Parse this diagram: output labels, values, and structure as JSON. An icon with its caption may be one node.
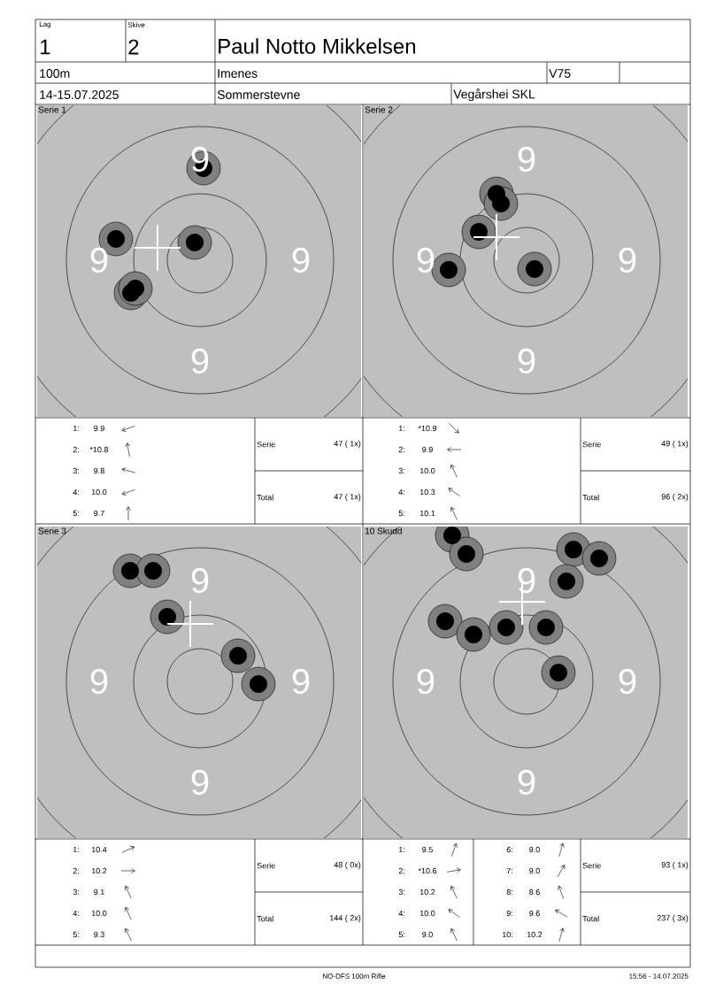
{
  "diagram": {
    "labels": [
      "Lag",
      "1",
      "Skive",
      "2",
      "Paul Notto Mikkelsen",
      "100m",
      "Imenes",
      "V75",
      "14-15.07.2025",
      "Sommerstevne",
      "Vegårshei SKL",
      "Serie 1",
      "9",
      "9",
      "9",
      "9",
      "1:",
      "9.9",
      "2:",
      "*10.8",
      "3:",
      "9.8",
      "4:",
      "10.0",
      "5:",
      "9.7",
      "Serie",
      "47 ( 1x)",
      "Total",
      "47 ( 1x)",
      "Serie 2",
      "9",
      "9",
      "9",
      "9",
      "1:",
      "*10.9",
      "2:",
      "9.9",
      "3:",
      "10.0",
      "4:",
      "10.3",
      "5:",
      "10.1",
      "Serie",
      "49 ( 1x)",
      "Total",
      "96 ( 2x)",
      "Serie 3",
      "9",
      "9",
      "9",
      "9",
      "1:",
      "10.4",
      "2:",
      "10.2",
      "3:",
      "9.1",
      "4:",
      "10.0",
      "5:",
      "9.3",
      "Serie",
      "48 ( 0x)",
      "Total",
      "144 ( 2x)",
      "10 Skudd",
      "9",
      "9",
      "9",
      "9",
      "1:",
      "9.5",
      "6:",
      "9.0",
      "2:",
      "*10.6",
      "7:",
      "9.0",
      "3:",
      "10.2",
      "8:",
      "8.6",
      "4:",
      "10.0",
      "9:",
      "9.6",
      "5:",
      "9.0",
      "10:",
      "10.2",
      "Serie",
      "93 ( 1x)",
      "Total",
      "237 ( 3x)",
      "NO-DFS 100m Rifle",
      "15:56 - 14.07.2025"
    ]
  }
}
